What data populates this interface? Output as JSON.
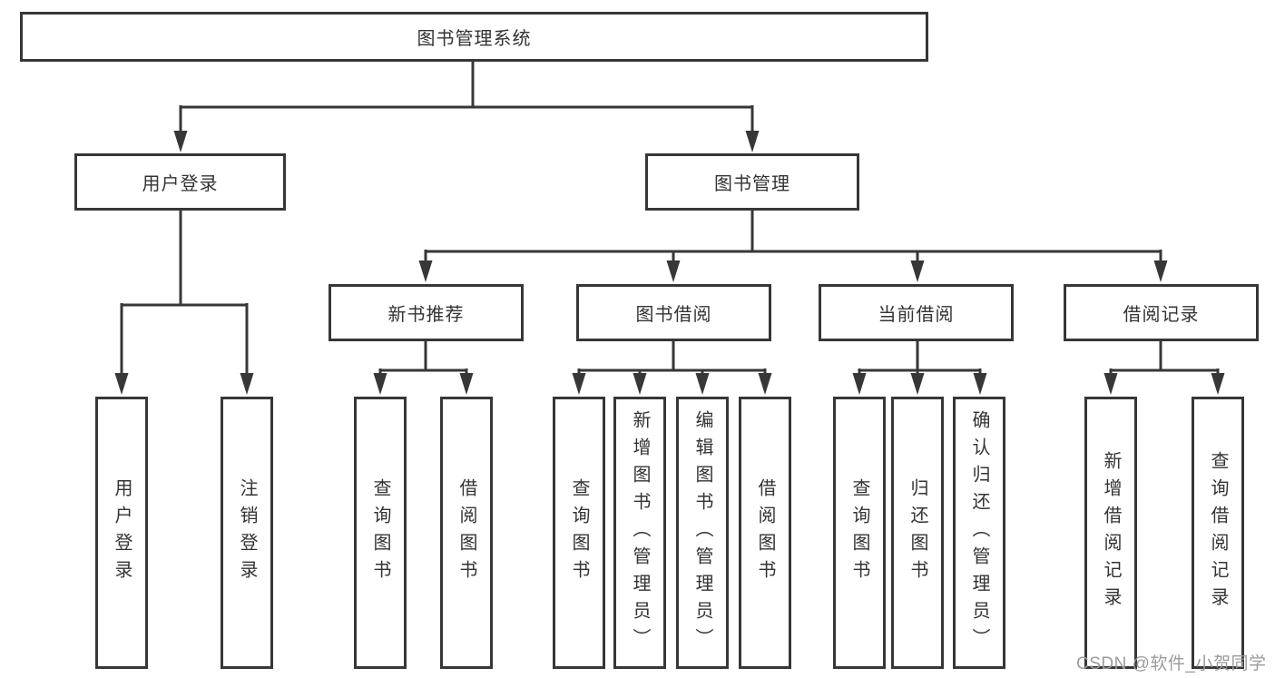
{
  "diagram": {
    "root": {
      "label": "图书管理系统"
    },
    "level2": [
      {
        "label": "用户登录"
      },
      {
        "label": "图书管理"
      }
    ],
    "level3": [
      {
        "label": "新书推荐"
      },
      {
        "label": "图书借阅"
      },
      {
        "label": "当前借阅"
      },
      {
        "label": "借阅记录"
      }
    ],
    "leaves": [
      {
        "label": "用户登录"
      },
      {
        "label": "注销登录"
      },
      {
        "label": "查询图书"
      },
      {
        "label": "借阅图书"
      },
      {
        "label": "查询图书"
      },
      {
        "label": "新增图书（管理员）"
      },
      {
        "label": "编辑图书（管理员）"
      },
      {
        "label": "借阅图书"
      },
      {
        "label": "查询图书"
      },
      {
        "label": "归还图书"
      },
      {
        "label": "确认归还（管理员）"
      },
      {
        "label": "新增借阅记录"
      },
      {
        "label": "查询借阅记录"
      }
    ],
    "watermark": "CSDN @软件_小贺同学",
    "colors": {
      "line": "#373737",
      "text": "#333333",
      "watermark": "#9b9b9b",
      "background": "#ffffff"
    }
  }
}
